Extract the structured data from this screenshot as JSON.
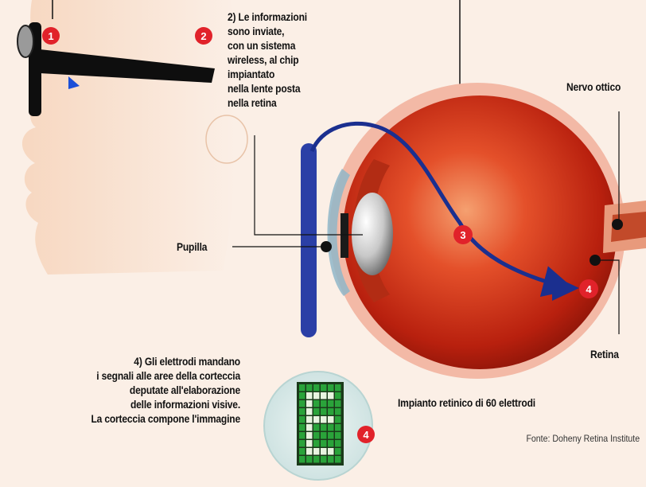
{
  "labels": {
    "step2": "2) Le informazioni\nsono inviate,\ncon un sistema\nwireless, al chip\nimpiantato\nnella lente posta\nnella retina",
    "step4": "4) Gli elettrodi mandano\ni segnali alle aree della corteccia\ndeputate all'elaborazione\ndelle informazioni visive.\nLa corteccia compone l'immagine",
    "optic_nerve": "Nervo ottico",
    "pupil": "Pupilla",
    "retina": "Retina",
    "implant": "Impianto retinico di 60 elettrodi",
    "source": "Fonte: Doheny Retina Institute"
  },
  "markers": [
    "1",
    "2",
    "3",
    "4",
    "4"
  ],
  "colors": {
    "marker_red": "#e1222a",
    "signal_blue": "#1b2f8f",
    "eye_red": "#d9361c",
    "electrode_green": "#2aa33a",
    "background": "#fbefe6"
  }
}
